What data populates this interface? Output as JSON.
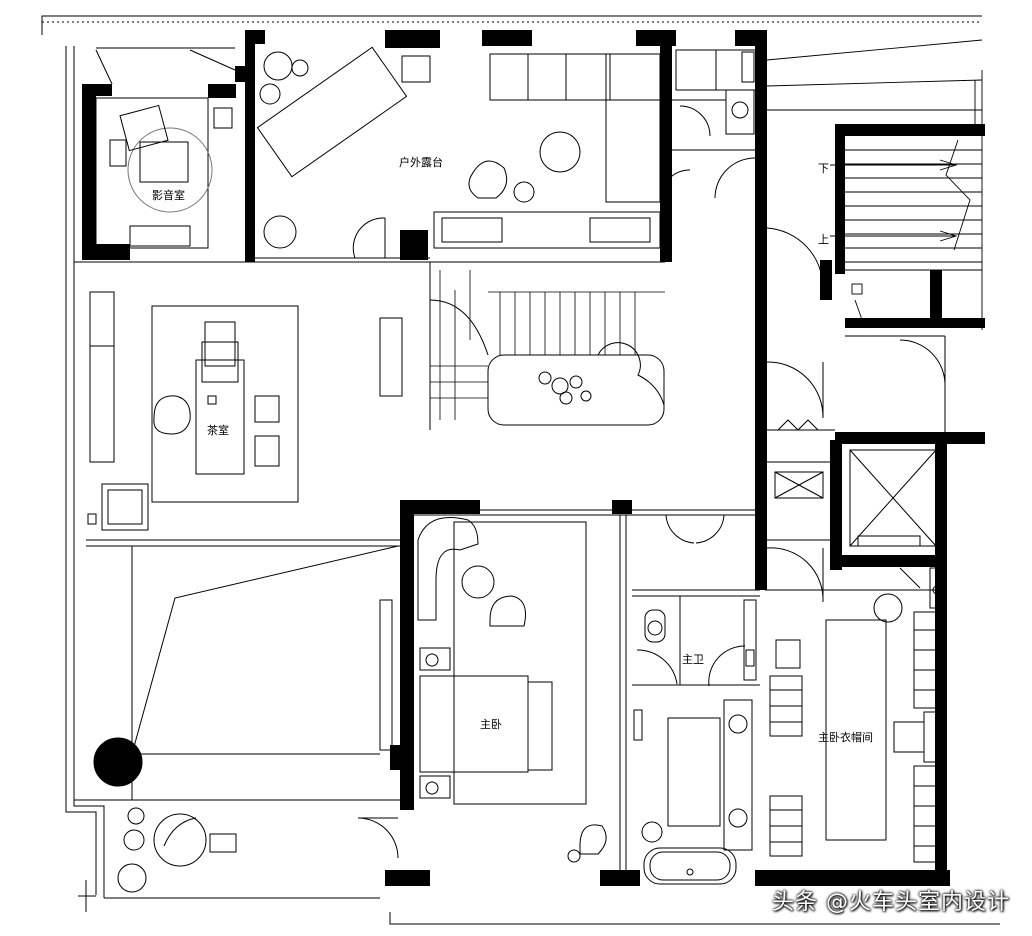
{
  "rooms": {
    "cinema": "影音室",
    "terrace": "户外露台",
    "tea_room": "茶室",
    "master_bedroom": "主卧",
    "master_bath": "主卫",
    "master_closet": "主卧衣帽间"
  },
  "stairs": {
    "down": "下",
    "up": "上"
  },
  "watermark": "头条 @火车头室内设计"
}
